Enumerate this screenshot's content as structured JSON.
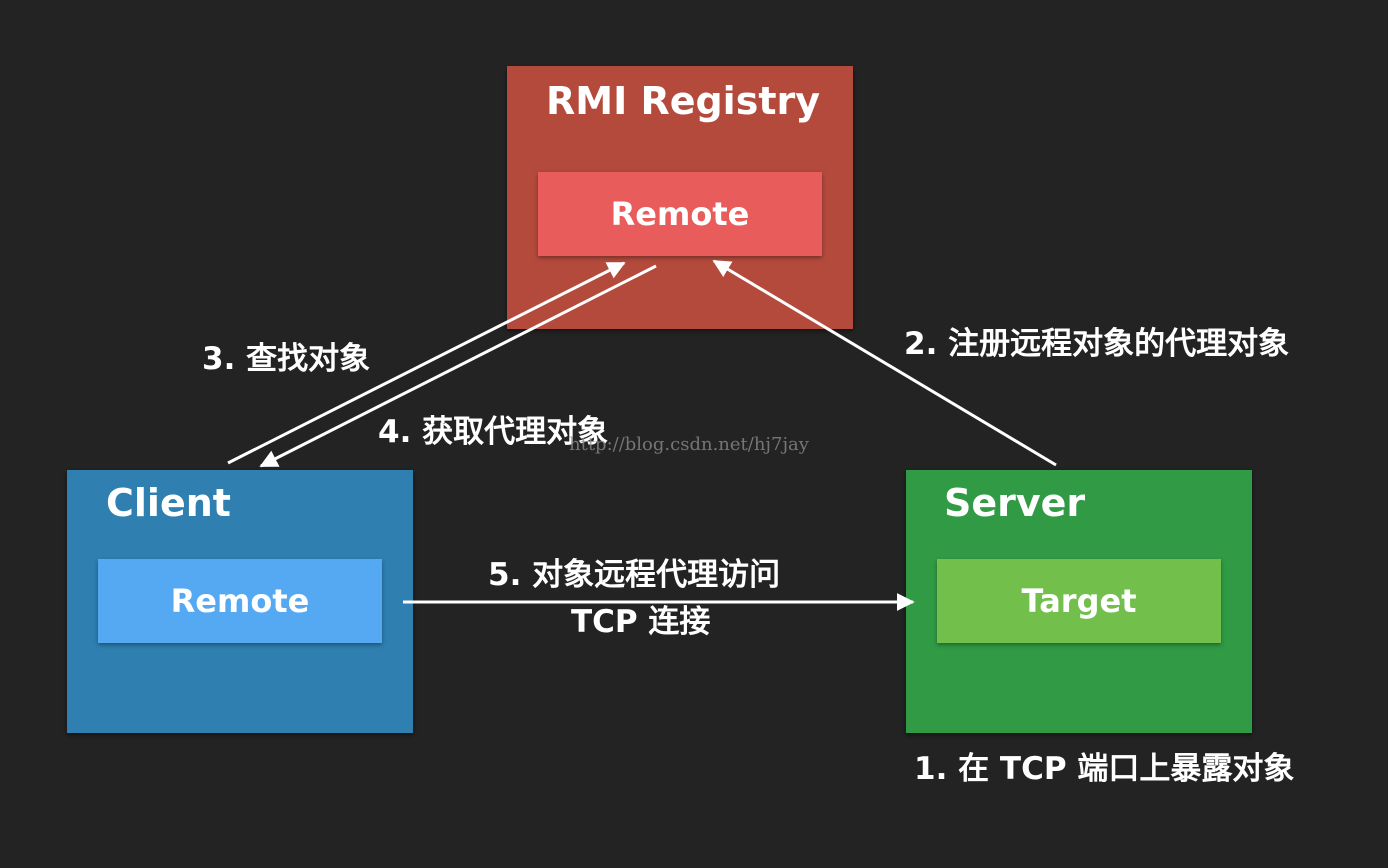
{
  "colors": {
    "background": "#232323",
    "registry_outer": "#b44a3c",
    "registry_inner": "#e85c5b",
    "client_outer": "#2f7fb0",
    "client_inner": "#55a9f2",
    "server_outer": "#319a45",
    "server_inner": "#72bf4c",
    "arrow": "#ffffff"
  },
  "registry": {
    "title": "RMI Registry",
    "inner_label": "Remote"
  },
  "client": {
    "title": "Client",
    "inner_label": "Remote"
  },
  "server": {
    "title": "Server",
    "inner_label": "Target"
  },
  "steps": {
    "step1": "1. 在 TCP 端口上暴露对象",
    "step2": "2. 注册远程对象的代理对象",
    "step3": "3. 查找对象",
    "step4": "4. 获取代理对象",
    "step5_line1": "5. 对象远程代理访问",
    "step5_line2": "TCP 连接"
  },
  "watermark": "http://blog.csdn.net/hj7jay"
}
